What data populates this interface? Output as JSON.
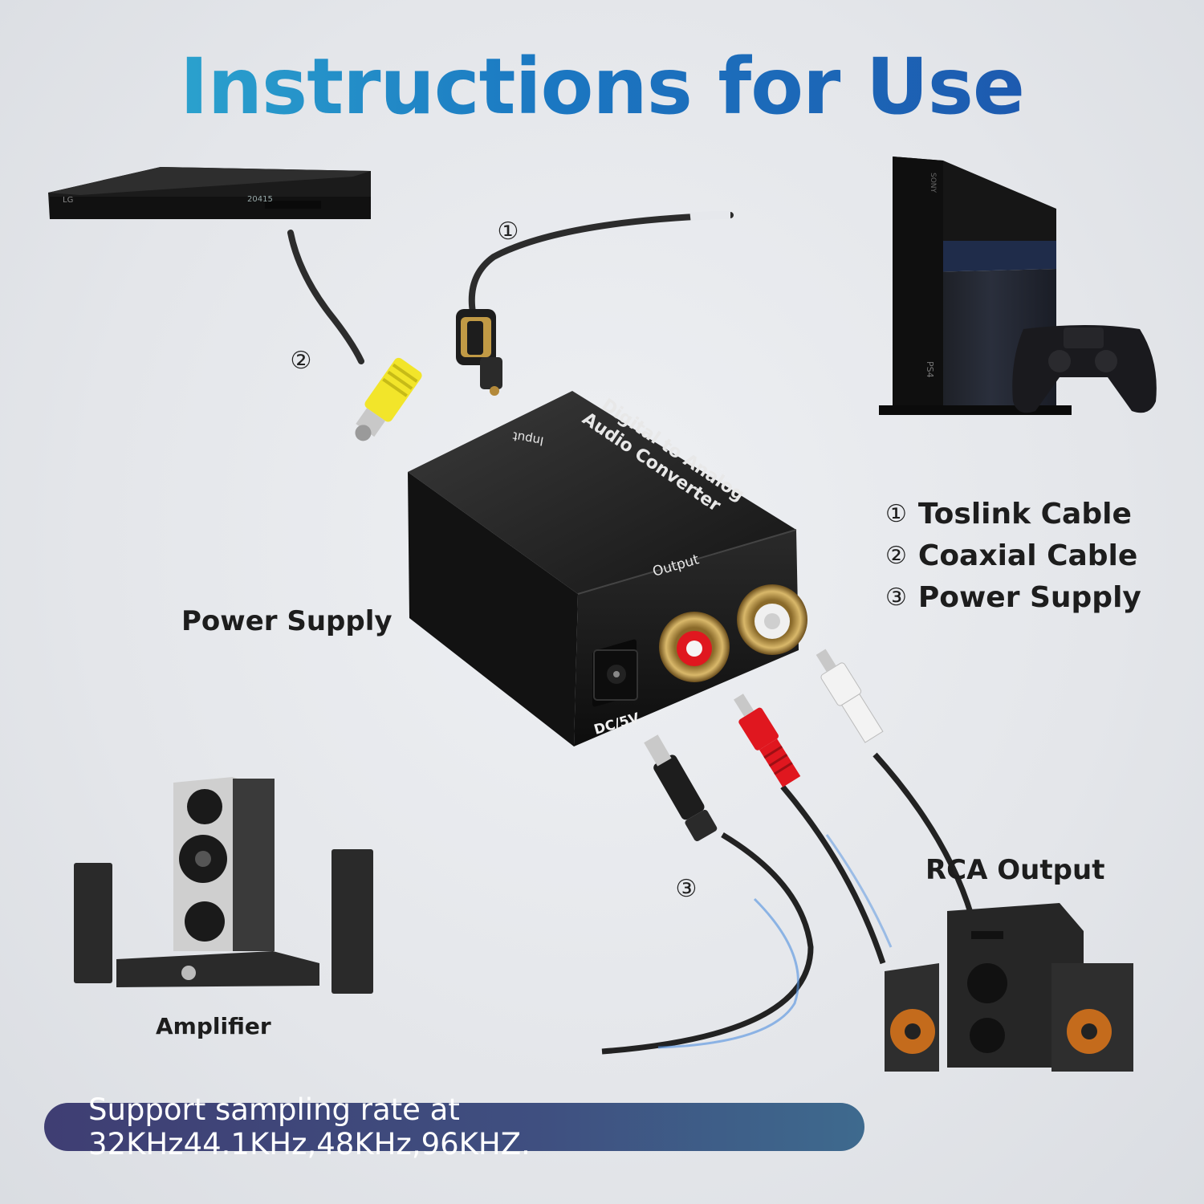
{
  "title": "Instructions for Use",
  "legend": [
    {
      "num": "①",
      "label": "Toslink Cable"
    },
    {
      "num": "②",
      "label": "Coaxial Cable"
    },
    {
      "num": "③",
      "label": "Power Supply"
    }
  ],
  "cable_markers": {
    "toslink": "①",
    "coaxial": "②",
    "power": "③"
  },
  "labels": {
    "power_supply": "Power Supply",
    "amplifier": "Amplifier",
    "rca_output": "RCA Output"
  },
  "device": {
    "name_line1": "Digital to Analog",
    "name_line2": "Audio Converter",
    "input_label": "Input",
    "output_label": "Output",
    "power_label": "DC/5V"
  },
  "dvd_player": {
    "display": "20415"
  },
  "console": {
    "brand": "SONY",
    "model": "PS4"
  },
  "footer": "Support sampling rate at 32KHz44.1KHz,48KHz,96KHZ.",
  "colors": {
    "title_gradient_start": "#33b6d3",
    "title_gradient_end": "#1e4fa8",
    "footer_bar": "#3f4f80",
    "rca_red": "#e0171f",
    "coax_yellow": "#f2e52a"
  }
}
